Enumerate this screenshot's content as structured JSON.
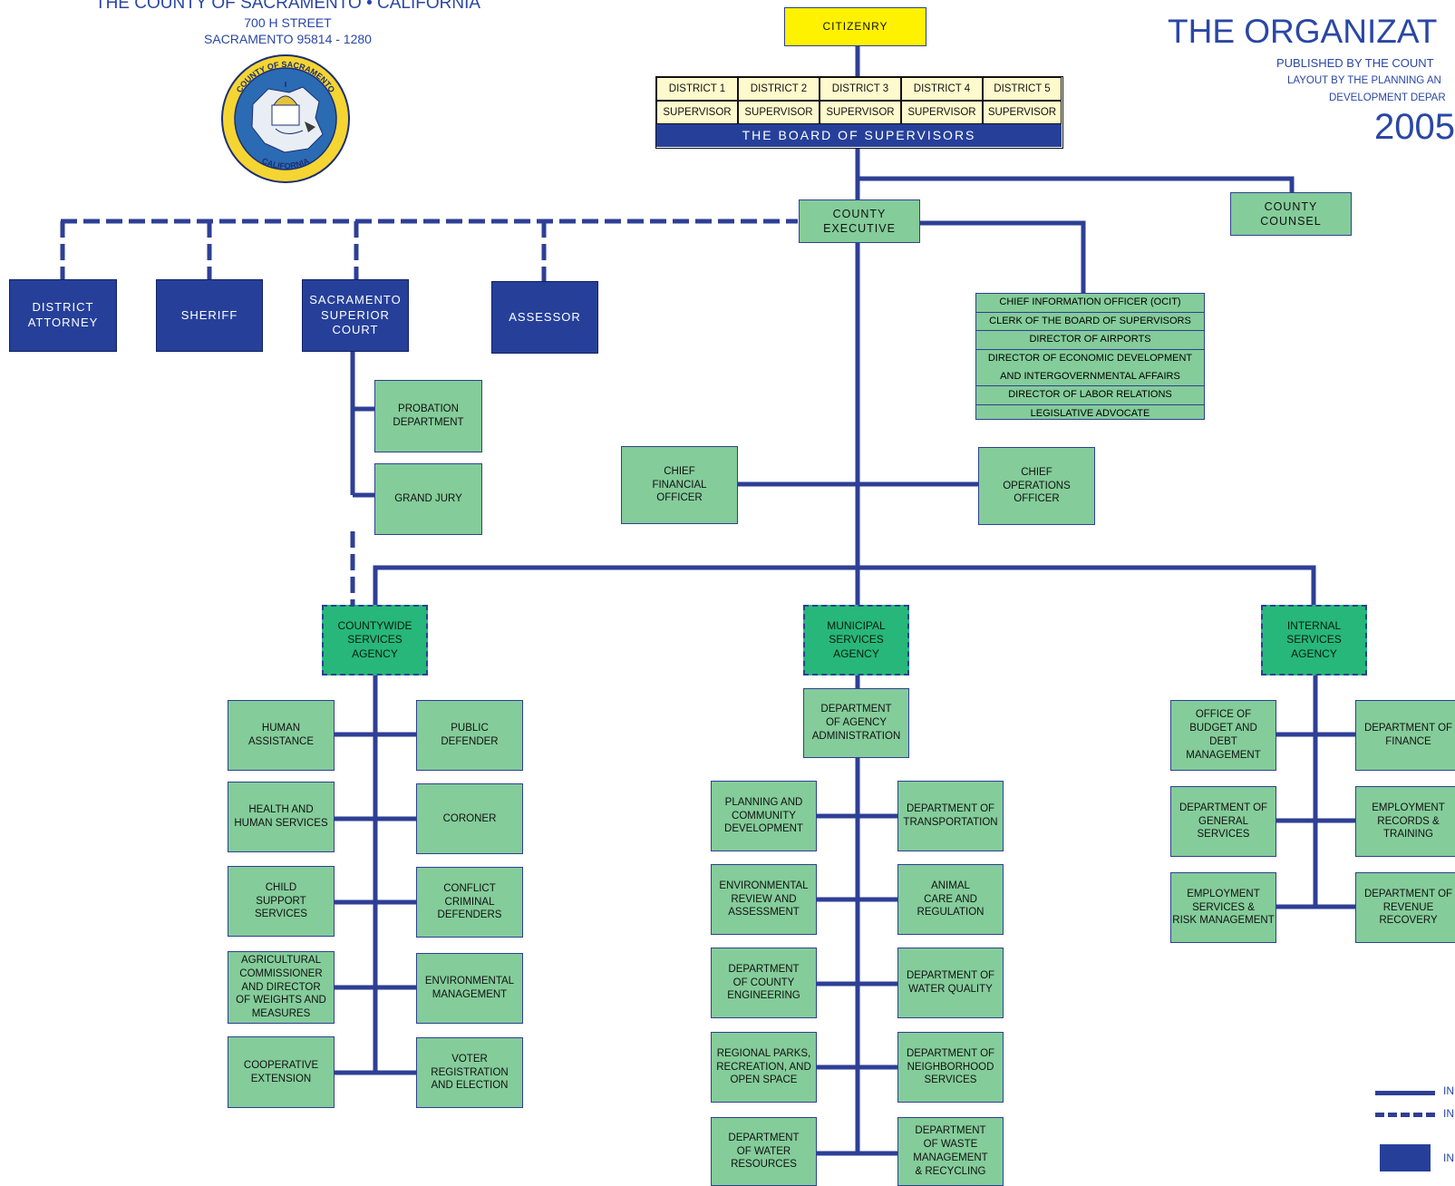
{
  "header": {
    "county": "THE COUNTY OF SACRAMENTO • CALIFORNIA",
    "street": "700 H STREET",
    "city": "SACRAMENTO 95814 - 1280",
    "title": "THE ORGANIZAT",
    "published": "PUBLISHED BY THE COUNT",
    "layout": "LAYOUT BY THE PLANNING AN",
    "dept": "DEVELOPMENT DEPAR",
    "year": "2005"
  },
  "seal": {
    "top_text": "COUNTY OF SACRAMENTO",
    "bottom_text": "CALIFORNIA"
  },
  "citizenry": "CITIZENRY",
  "board": {
    "districts": [
      "DISTRICT 1",
      "DISTRICT 2",
      "DISTRICT 3",
      "DISTRICT 4",
      "DISTRICT 5"
    ],
    "supervisor": "SUPERVISOR",
    "name": "THE BOARD OF SUPERVISORS"
  },
  "county_executive": "COUNTY\nEXECUTIVE",
  "county_counsel": "COUNTY\nCOUNSEL",
  "elected": {
    "da": "DISTRICT\nATTORNEY",
    "sheriff": "SHERIFF",
    "court": "SACRAMENTO\nSUPERIOR\nCOURT",
    "assessor": "ASSESSOR"
  },
  "court_units": {
    "probation": "PROBATION\nDEPARTMENT",
    "grand_jury": "GRAND JURY"
  },
  "exec_staff": [
    "CHIEF INFORMATION OFFICER (OCIT)",
    "CLERK OF THE BOARD OF SUPERVISORS",
    "DIRECTOR OF AIRPORTS",
    "DIRECTOR OF ECONOMIC DEVELOPMENT",
    "AND INTERGOVERNMENTAL AFFAIRS",
    "DIRECTOR OF LABOR RELATIONS",
    "LEGISLATIVE ADVOCATE"
  ],
  "officers": {
    "cfo": "CHIEF\nFINANCIAL\nOFFICER",
    "coo": "CHIEF\nOPERATIONS\nOFFICER"
  },
  "agencies": {
    "countywide": "COUNTYWIDE\nSERVICES\nAGENCY",
    "municipal": "MUNICIPAL\nSERVICES\nAGENCY",
    "internal": "INTERNAL\nSERVICES\nAGENCY"
  },
  "countywide_depts": {
    "left": [
      "HUMAN\nASSISTANCE",
      "HEALTH AND\nHUMAN SERVICES",
      "CHILD\nSUPPORT\nSERVICES",
      "AGRICULTURAL\nCOMMISSIONER\nAND DIRECTOR\nOF WEIGHTS AND\nMEASURES",
      "COOPERATIVE\nEXTENSION"
    ],
    "right": [
      "PUBLIC\nDEFENDER",
      "CORONER",
      "CONFLICT\nCRIMINAL\nDEFENDERS",
      "ENVIRONMENTAL\nMANAGEMENT",
      "VOTER\nREGISTRATION\nAND ELECTION"
    ]
  },
  "municipal_admin": "DEPARTMENT\nOF AGENCY\nADMINISTRATION",
  "municipal_depts": {
    "left": [
      "PLANNING AND\nCOMMUNITY\nDEVELOPMENT",
      "ENVIRONMENTAL\nREVIEW AND\nASSESSMENT",
      "DEPARTMENT\nOF COUNTY\nENGINEERING",
      "REGIONAL PARKS,\nRECREATION, AND\nOPEN SPACE",
      "DEPARTMENT\nOF WATER\nRESOURCES"
    ],
    "right": [
      "DEPARTMENT OF\nTRANSPORTATION",
      "ANIMAL\nCARE AND\nREGULATION",
      "DEPARTMENT OF\nWATER QUALITY",
      "DEPARTMENT OF\nNEIGHBORHOOD\nSERVICES",
      "DEPARTMENT\nOF WASTE\nMANAGEMENT\n& RECYCLING"
    ]
  },
  "internal_depts": {
    "left": [
      "OFFICE OF\nBUDGET AND\nDEBT\nMANAGEMENT",
      "DEPARTMENT OF\nGENERAL\nSERVICES",
      "EMPLOYMENT\nSERVICES &\nRISK MANAGEMENT"
    ],
    "right": [
      "DEPARTMENT OF\nFINANCE",
      "EMPLOYMENT\nRECORDS &\nTRAINING",
      "DEPARTMENT OF\nREVENUE\nRECOVERY"
    ]
  },
  "legend": {
    "solid": "IN",
    "dashed": "IN",
    "box": "IN"
  },
  "colors": {
    "line": "#2e3f95",
    "navy": "#26409a",
    "green": "#84cc9a",
    "agency_green": "#27b77a",
    "yellow": "#fff200",
    "cream": "#fffacd"
  }
}
